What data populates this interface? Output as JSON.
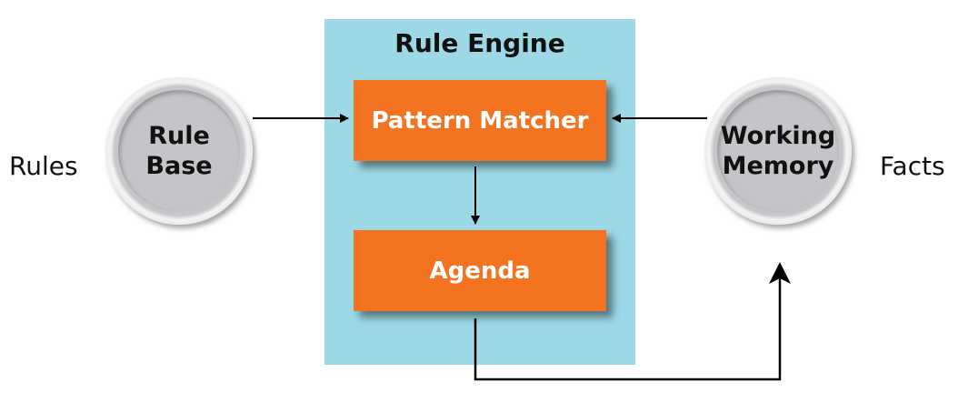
{
  "engine": {
    "title": "Rule Engine",
    "pattern_matcher": "Pattern Matcher",
    "agenda": "Agenda"
  },
  "rule_base": {
    "line1": "Rule",
    "line2": "Base"
  },
  "working_memory": {
    "line1": "Working",
    "line2": "Memory"
  },
  "labels": {
    "rules": "Rules",
    "facts": "Facts"
  },
  "colors": {
    "engine_background": "#9cd8e6",
    "component_fill": "#f47321",
    "circle_fill": "#c4c5c8"
  }
}
